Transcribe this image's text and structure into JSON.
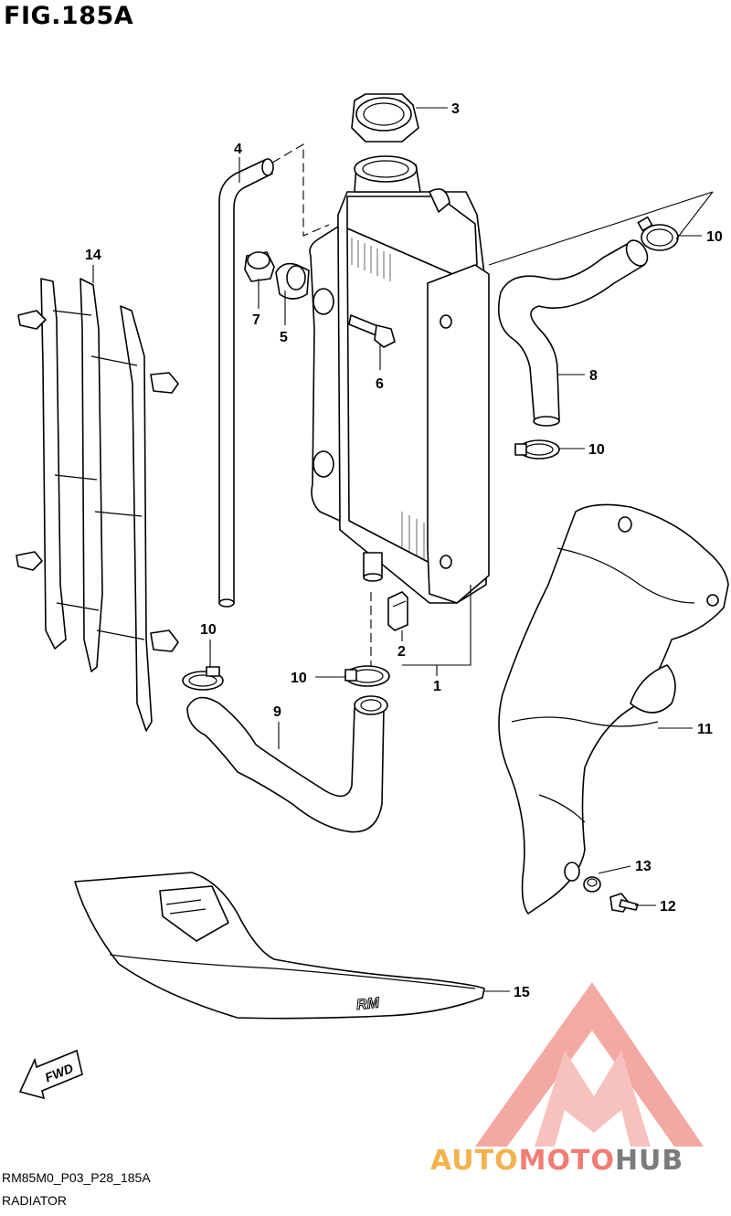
{
  "figure": {
    "title": "FIG.185A",
    "code": "RM85M0_P03_P28_185A",
    "name": "RADIATOR"
  },
  "callouts": [
    {
      "id": "c1",
      "label": "1"
    },
    {
      "id": "c2",
      "label": "2"
    },
    {
      "id": "c3",
      "label": "3"
    },
    {
      "id": "c4",
      "label": "4"
    },
    {
      "id": "c5",
      "label": "5"
    },
    {
      "id": "c6",
      "label": "6"
    },
    {
      "id": "c7",
      "label": "7"
    },
    {
      "id": "c8",
      "label": "8"
    },
    {
      "id": "c9",
      "label": "9"
    },
    {
      "id": "c10a",
      "label": "10"
    },
    {
      "id": "c10b",
      "label": "10"
    },
    {
      "id": "c10c",
      "label": "10"
    },
    {
      "id": "c10d",
      "label": "10"
    },
    {
      "id": "c11",
      "label": "11"
    },
    {
      "id": "c12",
      "label": "12"
    },
    {
      "id": "c13",
      "label": "13"
    },
    {
      "id": "c14",
      "label": "14"
    },
    {
      "id": "c15",
      "label": "15"
    }
  ],
  "fwd_arrow": {
    "label": "FWD"
  },
  "shroud_logo": {
    "label": "RM"
  },
  "watermark": {
    "parts": [
      "AUTO",
      "MOTO",
      "HUB"
    ],
    "colors": {
      "auto": "#f2b24e",
      "moto": "#ef7d74",
      "hub": "#7b7b7b",
      "logo": "#f29a93"
    }
  }
}
